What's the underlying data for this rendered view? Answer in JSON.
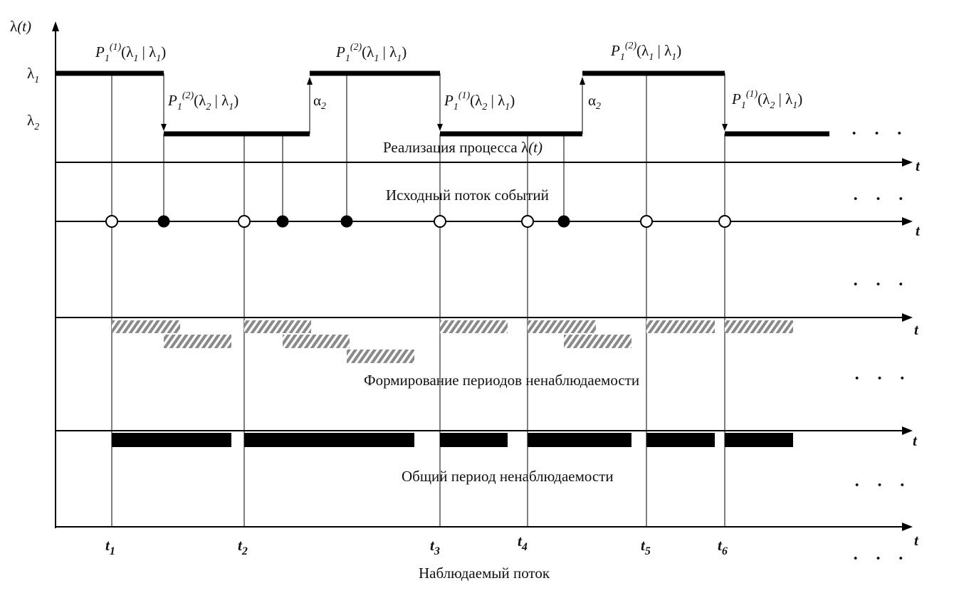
{
  "diagram": {
    "y_axis_label": {
      "main": "λ",
      "arg": "(t)"
    },
    "levels": {
      "lambda1": {
        "sym": "λ",
        "sub": "1"
      },
      "lambda2": {
        "sym": "λ",
        "sub": "2"
      }
    },
    "axis_t_label": "t",
    "ellipsis": "· · ·",
    "transitions": [
      {
        "id": "tr1",
        "P": "P",
        "sub": "1",
        "sup": "(1)",
        "args": [
          "λ",
          "1",
          "λ",
          "1"
        ]
      },
      {
        "id": "tr2",
        "P": "P",
        "sub": "1",
        "sup": "(2)",
        "args": [
          "λ",
          "2",
          "λ",
          "1"
        ]
      },
      {
        "id": "tr3",
        "P": "P",
        "sub": "1",
        "sup": "(2)",
        "args": [
          "λ",
          "1",
          "λ",
          "1"
        ]
      },
      {
        "id": "tr4",
        "P": "P",
        "sub": "1",
        "sup": "(1)",
        "args": [
          "λ",
          "2",
          "λ",
          "1"
        ]
      },
      {
        "id": "tr5",
        "P": "P",
        "sub": "1",
        "sup": "(2)",
        "args": [
          "λ",
          "1",
          "λ",
          "1"
        ]
      },
      {
        "id": "tr6",
        "P": "P",
        "sub": "1",
        "sup": "(1)",
        "args": [
          "λ",
          "2",
          "λ",
          "1"
        ]
      }
    ],
    "alpha": {
      "sym": "α",
      "sub": "2"
    },
    "row_titles": {
      "process": {
        "text": "Реализация процесса ",
        "sym": "λ",
        "arg": "(t)"
      },
      "source": "Исходный поток событий",
      "forming": "Формирование периодов ненаблюдаемости",
      "common": "Общий период ненаблюдаемости",
      "observed": "Наблюдаемый поток"
    },
    "time_marks": [
      {
        "t": "t",
        "sub": "1"
      },
      {
        "t": "t",
        "sub": "2"
      },
      {
        "t": "t",
        "sub": "3"
      },
      {
        "t": "t",
        "sub": "4"
      },
      {
        "t": "t",
        "sub": "5"
      },
      {
        "t": "t",
        "sub": "6"
      }
    ],
    "colors": {
      "ink": "#000000",
      "hatch_fill": "#8a8a8a",
      "hatch_stripe": "#ffffff"
    }
  }
}
